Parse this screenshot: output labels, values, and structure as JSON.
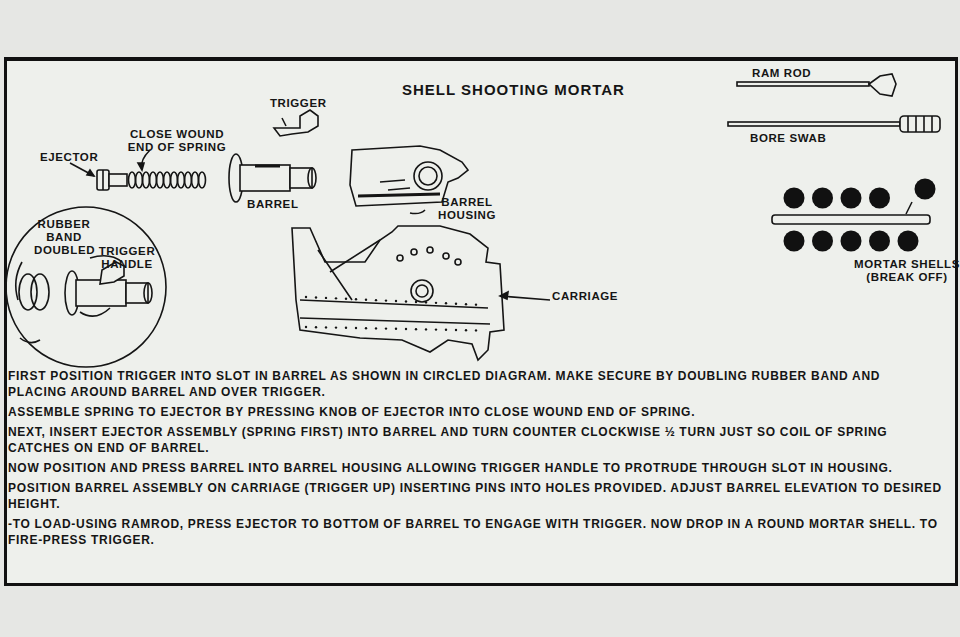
{
  "diagram": {
    "title": "SHELL SHOOTING MORTAR",
    "nodes": [
      {
        "text": [
          "RUBBER BAND DOUBLED",
          "TRIGGER HANDLE"
        ]
      }
    ],
    "labels": [
      "TRIGGER",
      "CLOSE WOUND END OF SPRING",
      "EJECTOR",
      "BARREL",
      "BARREL HOUSING",
      "CARRIAGE",
      "RAM ROD",
      "BORE SWAB",
      "MORTAR SHELLS (BREAK OFF)",
      "FIRST POSITION TRIGGER INTO SLOT IN BARREL AS SHOWN IN CIRCLED DIAGRAM. MAKE SECURE BY DOUBLING RUBBER BAND AND PLACING AROUND BARREL AND OVER TRIGGER.",
      "ASSEMBLE SPRING TO EJECTOR BY PRESSING KNOB OF EJECTOR INTO CLOSE WOUND END OF SPRING.",
      "NEXT, INSERT EJECTOR ASSEMBLY (SPRING FIRST) INTO BARREL AND TURN COUNTER CLOCKWISE ½ TURN JUST SO COIL OF SPRING CATCHES ON END OF BARREL.",
      "NOW POSITION AND PRESS BARREL INTO BARREL HOUSING ALLOWING TRIGGER HANDLE TO PROTRUDE THROUGH SLOT IN HOUSING.",
      "POSITION BARREL ASSEMBLY ON CARRIAGE (TRIGGER UP) INSERTING PINS INTO HOLES PROVIDED. ADJUST BARREL ELEVATION TO DESIRED HEIGHT.",
      "-TO LOAD-USING RAMROD, PRESS EJECTOR TO BOTTOM OF BARREL TO ENGAGE WITH TRIGGER. NOW DROP IN A ROUND MORTAR SHELL. TO FIRE-PRESS TRIGGER."
    ]
  }
}
